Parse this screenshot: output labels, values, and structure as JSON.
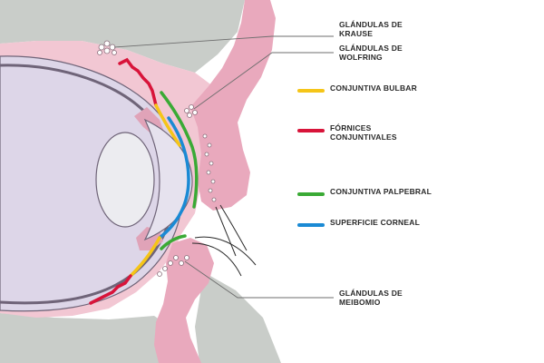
{
  "labels": {
    "krause": {
      "line1": "GLÁNDULAS DE",
      "line2": "KRAUSE"
    },
    "wolfring": {
      "line1": "GLÁNDULAS DE",
      "line2": "WOLFRING"
    },
    "meibomio": {
      "line1": "GLÁNDULAS DE",
      "line2": "MEIBOMIO"
    }
  },
  "legend": [
    {
      "name": "conjuntiva-bulbar",
      "line1": "CONJUNTIVA BULBAR",
      "line2": "",
      "color": "#f5c518"
    },
    {
      "name": "fornices-conjuntivales",
      "line1": "FÓRNICES",
      "line2": "CONJUNTIVALES",
      "color": "#d8143a"
    },
    {
      "name": "conjuntiva-palpebral",
      "line1": "CONJUNTIVA PALPEBRAL",
      "line2": "",
      "color": "#3aaa35"
    },
    {
      "name": "superficie-corneal",
      "line1": "SUPERFICIE CORNEAL",
      "line2": "",
      "color": "#1a8ad4"
    }
  ],
  "colors": {
    "bone": "#c9cdc9",
    "tissue": "#f2c7d3",
    "eyelid": "#e9a9bd",
    "globe": "#ddd6e8",
    "lens": "#ececf0",
    "leader_line": "#6e6e6e"
  }
}
